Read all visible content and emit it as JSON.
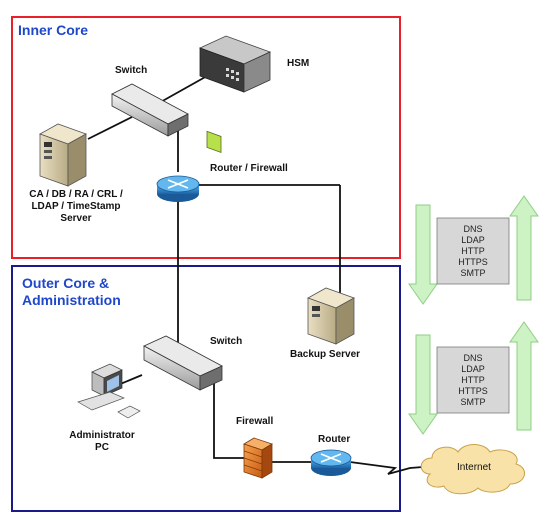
{
  "zones": {
    "inner_core": {
      "title": "Inner Core",
      "border_color": "#e8202a"
    },
    "outer_core": {
      "title_line1": "Outer Core &",
      "title_line2": "Administration",
      "border_color": "#1a1a8c"
    }
  },
  "nodes": {
    "hsm": "HSM",
    "switch_inner": "Switch",
    "router_firewall": "Router / Firewall",
    "ca_server": [
      "CA / DB / RA / CRL /",
      "LDAP / TimeStamp",
      "Server"
    ],
    "backup_server": "Backup Server",
    "switch_outer": "Switch",
    "admin_pc": [
      "Administrator",
      "PC"
    ],
    "firewall": "Firewall",
    "router": "Router",
    "internet": "Internet"
  },
  "protocol_boxes": [
    [
      "DNS",
      "LDAP",
      "HTTP",
      "HTTPS",
      "SMTP"
    ],
    [
      "DNS",
      "LDAP",
      "HTTP",
      "HTTPS",
      "SMTP"
    ]
  ],
  "colors": {
    "arrow_fill": "#cdf2c4",
    "arrow_stroke": "#8fcf86",
    "proto_box": "#d7d7d7",
    "cloud": "#f9e2a8",
    "router_blue": "#2c86cc"
  }
}
